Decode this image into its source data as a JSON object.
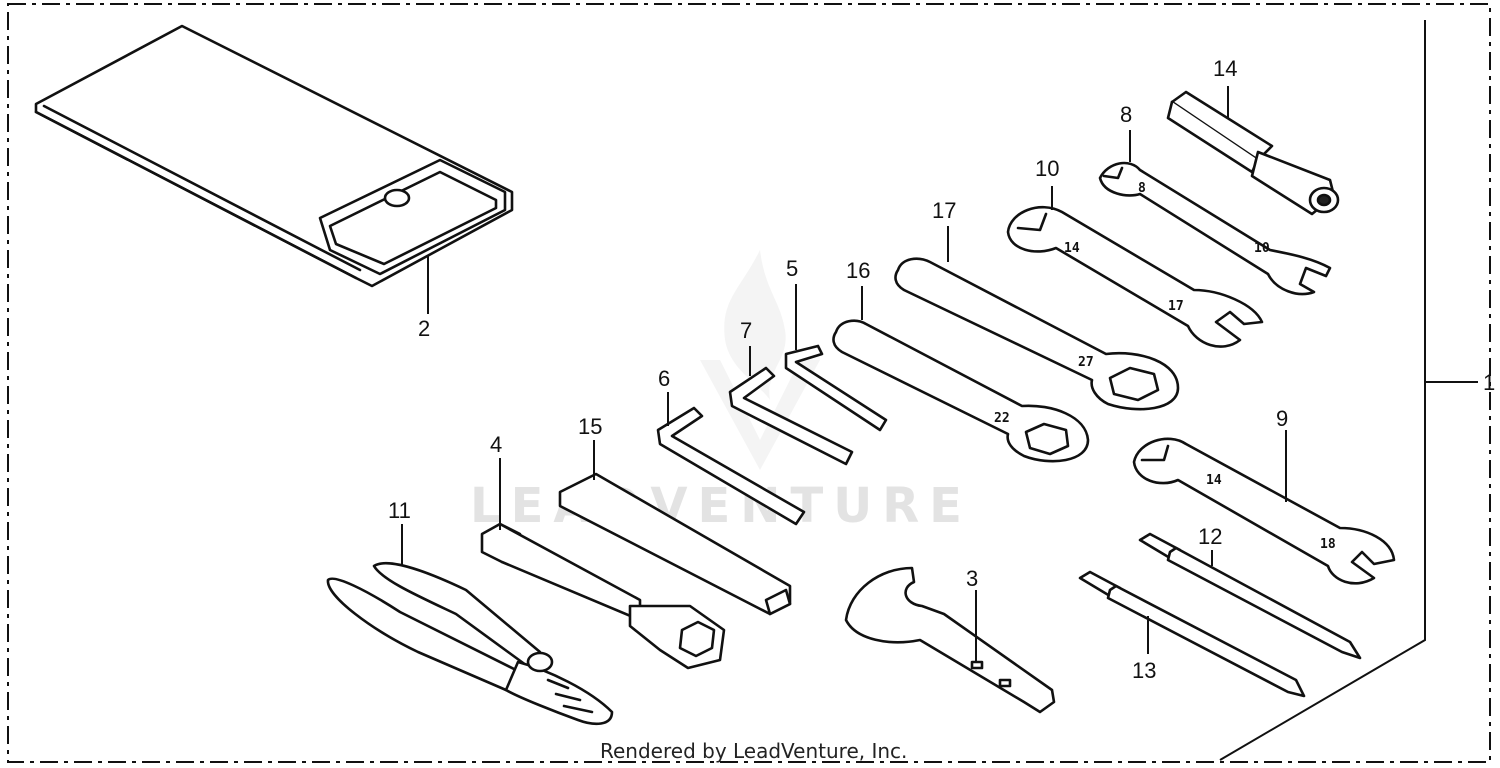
{
  "diagram": {
    "credit": "Rendered by LeadVenture, Inc.",
    "watermark": "LEADVENTURE",
    "callouts": {
      "c1": "1",
      "c2": "2",
      "c3": "3",
      "c4": "4",
      "c5": "5",
      "c6": "6",
      "c7": "7",
      "c8": "8",
      "c9": "9",
      "c10": "10",
      "c11": "11",
      "c12": "12",
      "c13": "13",
      "c14": "14",
      "c15": "15",
      "c16": "16",
      "c17": "17"
    },
    "stamps": {
      "w10a": "14",
      "w10b": "17",
      "w8a": "8",
      "w8b": "10",
      "w17": "27",
      "w16": "22",
      "w9a": "14",
      "w9b": "18"
    }
  }
}
